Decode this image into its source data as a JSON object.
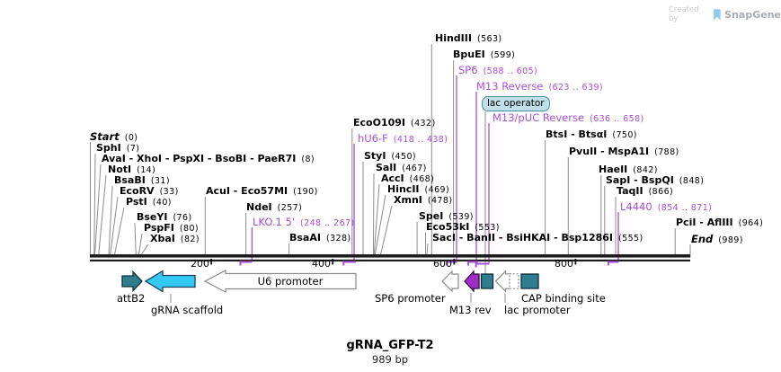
{
  "watermark": {
    "created_by": "Created by",
    "brand": "SnapGene"
  },
  "title": {
    "name": "gRNA_GFP-T2",
    "length": "989 bp"
  },
  "ruler": {
    "t200": "200",
    "t400": "400",
    "t600": "600",
    "t800": "800"
  },
  "enzymes": [
    {
      "name": "Start",
      "pos": "(0)"
    },
    {
      "name": "SphI",
      "pos": "(7)"
    },
    {
      "name": "AvaI - XhoI - PspXI - BsoBI - PaeR7I",
      "pos": "(8)"
    },
    {
      "name": "NotI",
      "pos": "(14)"
    },
    {
      "name": "BsaBI",
      "pos": "(31)"
    },
    {
      "name": "EcoRV",
      "pos": "(33)"
    },
    {
      "name": "PstI",
      "pos": "(40)"
    },
    {
      "name": "BseYI",
      "pos": "(76)"
    },
    {
      "name": "PspFI",
      "pos": "(80)"
    },
    {
      "name": "XbaI",
      "pos": "(82)"
    },
    {
      "name": "AcuI - Eco57MI",
      "pos": "(190)"
    },
    {
      "name": "NdeI",
      "pos": "(257)"
    },
    {
      "name": "BsaAI",
      "pos": "(328)"
    },
    {
      "name": "EcoO109I",
      "pos": "(432)"
    },
    {
      "name": "StyI",
      "pos": "(450)"
    },
    {
      "name": "SalI",
      "pos": "(467)"
    },
    {
      "name": "AccI",
      "pos": "(468)"
    },
    {
      "name": "HincII",
      "pos": "(469)"
    },
    {
      "name": "XmnI",
      "pos": "(478)"
    },
    {
      "name": "SpeI",
      "pos": "(539)"
    },
    {
      "name": "Eco53kI",
      "pos": "(553)"
    },
    {
      "name": "SacI - BanII - BsiHKAI - Bsp1286I",
      "pos": "(555)"
    },
    {
      "name": "HindIII",
      "pos": "(563)"
    },
    {
      "name": "BpuEI",
      "pos": "(599)"
    },
    {
      "name": "BtsI - BtsαI",
      "pos": "(750)"
    },
    {
      "name": "PvuII - MspA1I",
      "pos": "(788)"
    },
    {
      "name": "HaeII",
      "pos": "(842)"
    },
    {
      "name": "SapI - BspQI",
      "pos": "(848)"
    },
    {
      "name": "TaqII",
      "pos": "(866)"
    },
    {
      "name": "PciI - AflIII",
      "pos": "(964)"
    },
    {
      "name": "End",
      "pos": "(989)"
    }
  ],
  "primers": [
    {
      "name": "LKO.1 5'",
      "pos": "(248 .. 267)"
    },
    {
      "name": "hU6-F",
      "pos": "(418 .. 438)"
    },
    {
      "name": "SP6",
      "pos": "(588 .. 605)"
    },
    {
      "name": "M13 Reverse",
      "pos": "(623 .. 639)"
    },
    {
      "name": "M13/pUC Reverse",
      "pos": "(636 .. 658)"
    },
    {
      "name": "L4440",
      "pos": "(854 .. 871)"
    }
  ],
  "operator_box": {
    "label": "lac operator"
  },
  "features": {
    "attb2": "attB2",
    "grna_scaffold": "gRNA scaffold",
    "u6_promoter": "U6 promoter",
    "sp6_promoter": "SP6 promoter",
    "m13_rev": "M13 rev",
    "lac_promoter": "lac promoter",
    "cap_binding": "CAP binding site"
  },
  "colors": {
    "primer_purple": "#a94fd8",
    "feature_teal": "#2f7d8e",
    "feature_cyan": "#33c9f2",
    "feature_magenta": "#a32cc8",
    "line_gray": "#8c8c8c",
    "sequence_black": "#1e1e1e"
  }
}
